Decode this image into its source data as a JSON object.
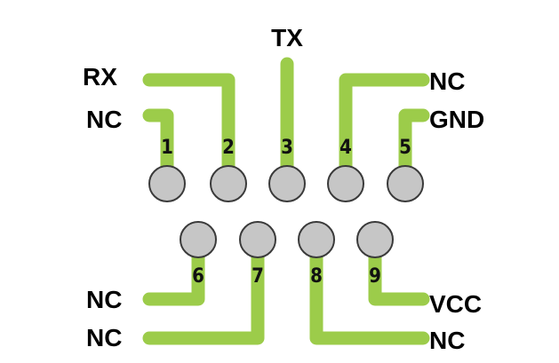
{
  "colors": {
    "trace": "#9ccc4a",
    "pin_fill": "#c6c6c6",
    "pin_stroke": "#3a3a3a",
    "text": "#000000"
  },
  "pins": [
    {
      "number": "1",
      "signal": "NC"
    },
    {
      "number": "2",
      "signal": "RX"
    },
    {
      "number": "3",
      "signal": "TX"
    },
    {
      "number": "4",
      "signal": "NC"
    },
    {
      "number": "5",
      "signal": "GND"
    },
    {
      "number": "6",
      "signal": "NC"
    },
    {
      "number": "7",
      "signal": "NC"
    },
    {
      "number": "8",
      "signal": "NC"
    },
    {
      "number": "9",
      "signal": "VCC"
    }
  ]
}
